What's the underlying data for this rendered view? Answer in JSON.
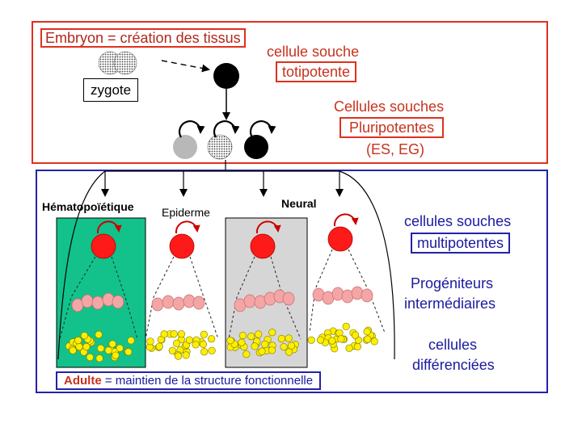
{
  "labels": {
    "embryo_title": "Embryon = création des tissus",
    "zygote": "zygote",
    "totipotent_line1": "cellule souche",
    "totipotent_line2": "totipotente",
    "pluripotent_line1": "Cellules souches",
    "pluripotent_line2": "Pluripotentes",
    "pluripotent_line3": "(ES, EG)",
    "hematopoietic": "Hématopoïétique",
    "epidermis": "Epiderme",
    "neural": "Neural",
    "multipotent_line1": "cellules souches",
    "multipotent_line2": "multipotentes",
    "progenitors_line1": "Progéniteurs",
    "progenitors_line2": "intermédiaires",
    "differentiated_line1": "cellules",
    "differentiated_line2": "différenciées",
    "adult_bold": "Adulte",
    "adult_rest": " = maintien de la structure fonctionnelle"
  },
  "colors": {
    "embryo_frame": "#e0301e",
    "adult_frame": "#2222aa",
    "stem_cell_red": "#ff1a1a",
    "progenitor_pink": "#f4a6a6",
    "differentiated_yellow": "#ffee00",
    "hematopoietic_panel": "#12c28a",
    "neural_panel": "#d6d6d6"
  }
}
